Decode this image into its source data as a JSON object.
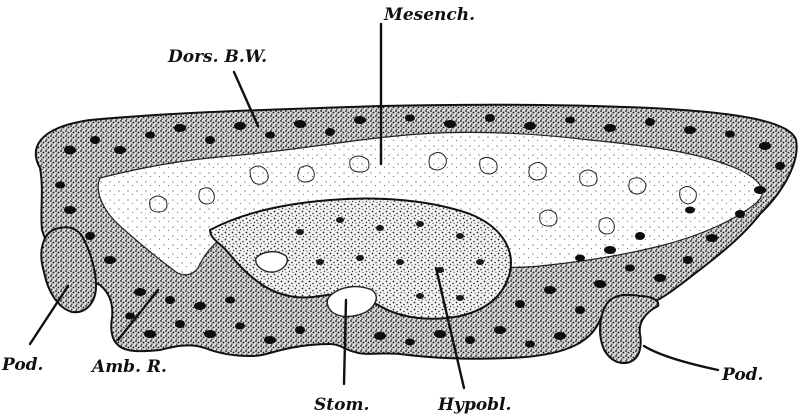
{
  "labels": {
    "mesench": "Mesench.",
    "dors_bw": "Dors. B.W.",
    "pod_left": "Pod.",
    "amb_r": "Amb. R.",
    "stom": "Stom.",
    "hypobl": "Hypobl.",
    "pod_right": "Pod."
  },
  "colors": {
    "ink": "#111111",
    "tissue": "#1a1a1a",
    "background": "#ffffff"
  }
}
